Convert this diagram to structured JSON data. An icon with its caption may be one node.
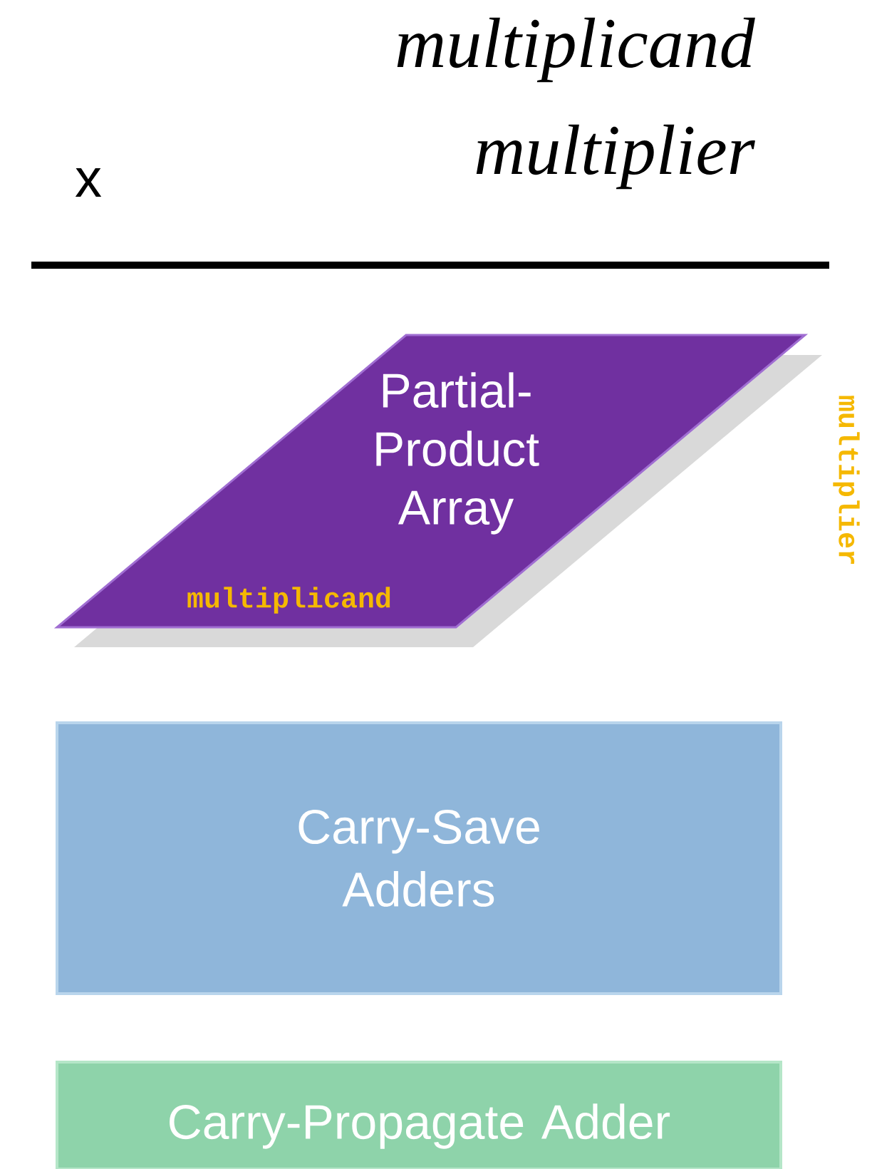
{
  "diagram": {
    "nodes": [
      {
        "text": [
          "Partial- Product Array",
          "multiplicand"
        ],
        "beside": [
          "multiplier"
        ]
      },
      {
        "text": [
          "Carry-Save Adders"
        ]
      },
      {
        "text": [
          "Carry-Propagate Adder"
        ]
      }
    ],
    "labels": [
      "multiplicand",
      "x",
      "multiplier"
    ]
  }
}
